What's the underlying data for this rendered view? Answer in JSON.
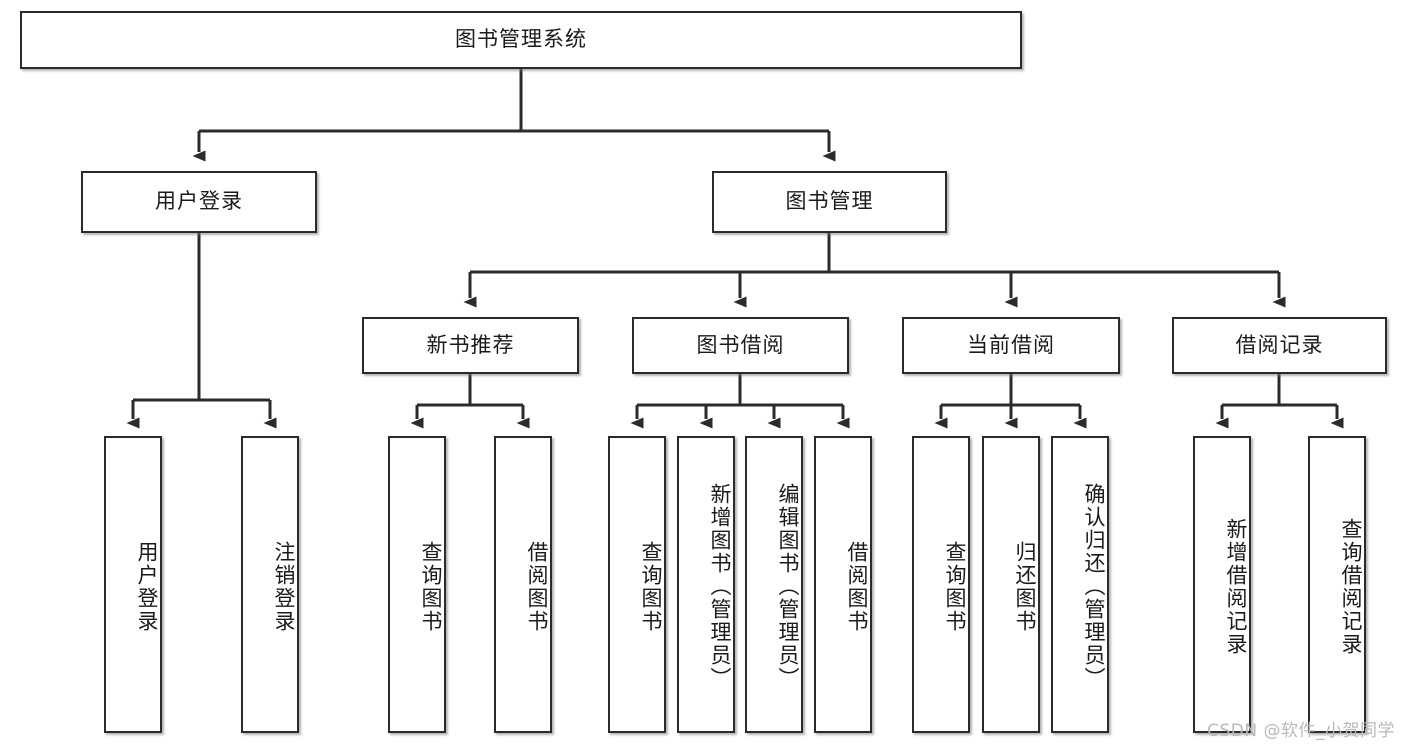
{
  "diagram": {
    "type": "tree-hierarchy",
    "title": "图书管理系统",
    "watermark": "CSDN @软件_小贺同学",
    "colors": {
      "box_border": "#2b2b2b",
      "box_fill": "#ffffff",
      "edge": "#2b2b2b",
      "text": "#1b1b1b",
      "watermark": "#b9b9b9",
      "canvas": "#ffffff"
    },
    "nodes": {
      "root": {
        "label": "图书管理系统",
        "level": 1
      },
      "user_login": {
        "label": "用户登录",
        "level": 2
      },
      "book_manage": {
        "label": "图书管理",
        "level": 2
      },
      "new_book_rec": {
        "label": "新书推荐",
        "level": 3
      },
      "book_borrow": {
        "label": "图书借阅",
        "level": 3
      },
      "current_borrow": {
        "label": "当前借阅",
        "level": 3
      },
      "borrow_record": {
        "label": "借阅记录",
        "level": 3
      },
      "leaf_user_login": {
        "label": "用户登录",
        "level": 4
      },
      "leaf_user_logout": {
        "label": "注销登录",
        "level": 4
      },
      "leaf_rec_query": {
        "label": "查询图书",
        "level": 4
      },
      "leaf_rec_borrow": {
        "label": "借阅图书",
        "level": 4
      },
      "leaf_bb_query": {
        "label": "查询图书",
        "level": 4
      },
      "leaf_bb_add": {
        "label": "新增图书（管理员）",
        "level": 4
      },
      "leaf_bb_edit": {
        "label": "编辑图书（管理员）",
        "level": 4
      },
      "leaf_bb_borrow": {
        "label": "借阅图书",
        "level": 4
      },
      "leaf_cb_query": {
        "label": "查询图书",
        "level": 4
      },
      "leaf_cb_return": {
        "label": "归还图书",
        "level": 4
      },
      "leaf_cb_confirm": {
        "label": "确认归还（管理员）",
        "level": 4
      },
      "leaf_br_add": {
        "label": "新增借阅记录",
        "level": 4
      },
      "leaf_br_query": {
        "label": "查询借阅记录",
        "level": 4
      }
    },
    "edges": [
      {
        "from": "root",
        "to": "user_login"
      },
      {
        "from": "root",
        "to": "book_manage"
      },
      {
        "from": "user_login",
        "to": "leaf_user_login"
      },
      {
        "from": "user_login",
        "to": "leaf_user_logout"
      },
      {
        "from": "book_manage",
        "to": "new_book_rec"
      },
      {
        "from": "book_manage",
        "to": "book_borrow"
      },
      {
        "from": "book_manage",
        "to": "current_borrow"
      },
      {
        "from": "book_manage",
        "to": "borrow_record"
      },
      {
        "from": "new_book_rec",
        "to": "leaf_rec_query"
      },
      {
        "from": "new_book_rec",
        "to": "leaf_rec_borrow"
      },
      {
        "from": "book_borrow",
        "to": "leaf_bb_query"
      },
      {
        "from": "book_borrow",
        "to": "leaf_bb_add"
      },
      {
        "from": "book_borrow",
        "to": "leaf_bb_edit"
      },
      {
        "from": "book_borrow",
        "to": "leaf_bb_borrow"
      },
      {
        "from": "current_borrow",
        "to": "leaf_cb_query"
      },
      {
        "from": "current_borrow",
        "to": "leaf_cb_return"
      },
      {
        "from": "current_borrow",
        "to": "leaf_cb_confirm"
      },
      {
        "from": "borrow_record",
        "to": "leaf_br_add"
      },
      {
        "from": "borrow_record",
        "to": "leaf_br_query"
      }
    ]
  }
}
